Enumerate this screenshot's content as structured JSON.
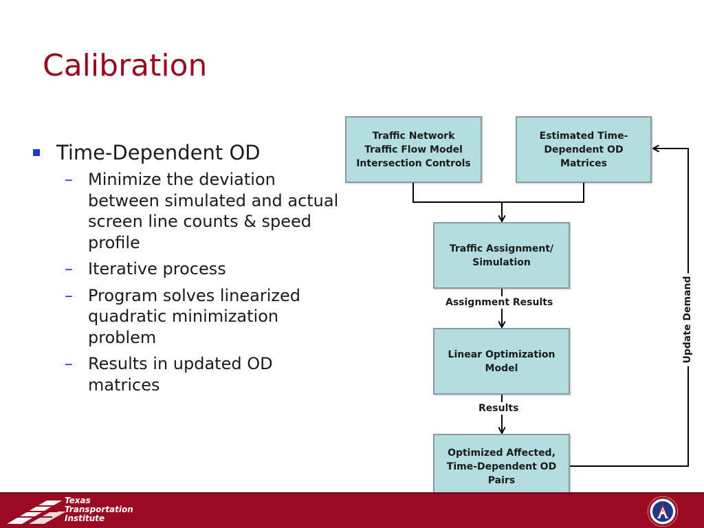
{
  "title": "Calibration",
  "bullets": {
    "main": "Time-Dependent OD",
    "sub": [
      "Minimize the deviation between simulated and actual screen line counts & speed profile",
      "Iterative process",
      "Program solves linearized quadratic minimization problem",
      "Results in updated OD matrices"
    ],
    "dash": "–"
  },
  "flowchart": {
    "network_box": "Traffic Network\nTraffic Flow Model\nIntersection Controls",
    "od_box": "Estimated Time-\nDependent OD\nMatrices",
    "assignment_box": "Traffic Assignment/\nSimulation",
    "assignment_results": "Assignment Results",
    "optimization_box": "Linear Optimization\nModel",
    "results": "Results",
    "affected_box": "Optimized Affected,\nTime-Dependent OD\nPairs",
    "update_demand": "Update Demand"
  },
  "footer": {
    "logo_line1": "Texas",
    "logo_line2": "Transportation",
    "logo_line3": "Institute"
  },
  "colors": {
    "accent": "#9b0a23",
    "bullet": "#1f3cc8",
    "box_fill": "#b4dde0",
    "box_border": "#8a9aa2"
  },
  "icons": {
    "footer_left": "tti-logo",
    "footer_right": "university-seal-icon"
  }
}
